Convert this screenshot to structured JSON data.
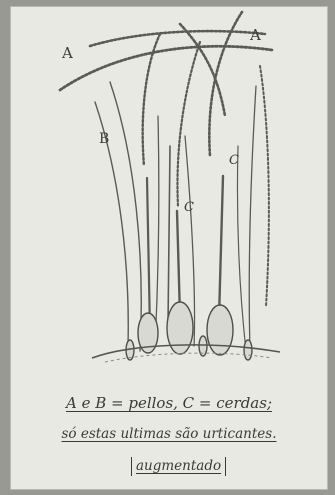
{
  "labels": {
    "a_left": "A",
    "a_right": "A",
    "b": "B",
    "c_center": "C",
    "c_right": "C"
  },
  "caption": {
    "line1": "A e B = pellos,  C = cerdas;",
    "line2": "só estas ultimas são urticantes.",
    "line3": "augmentado"
  }
}
